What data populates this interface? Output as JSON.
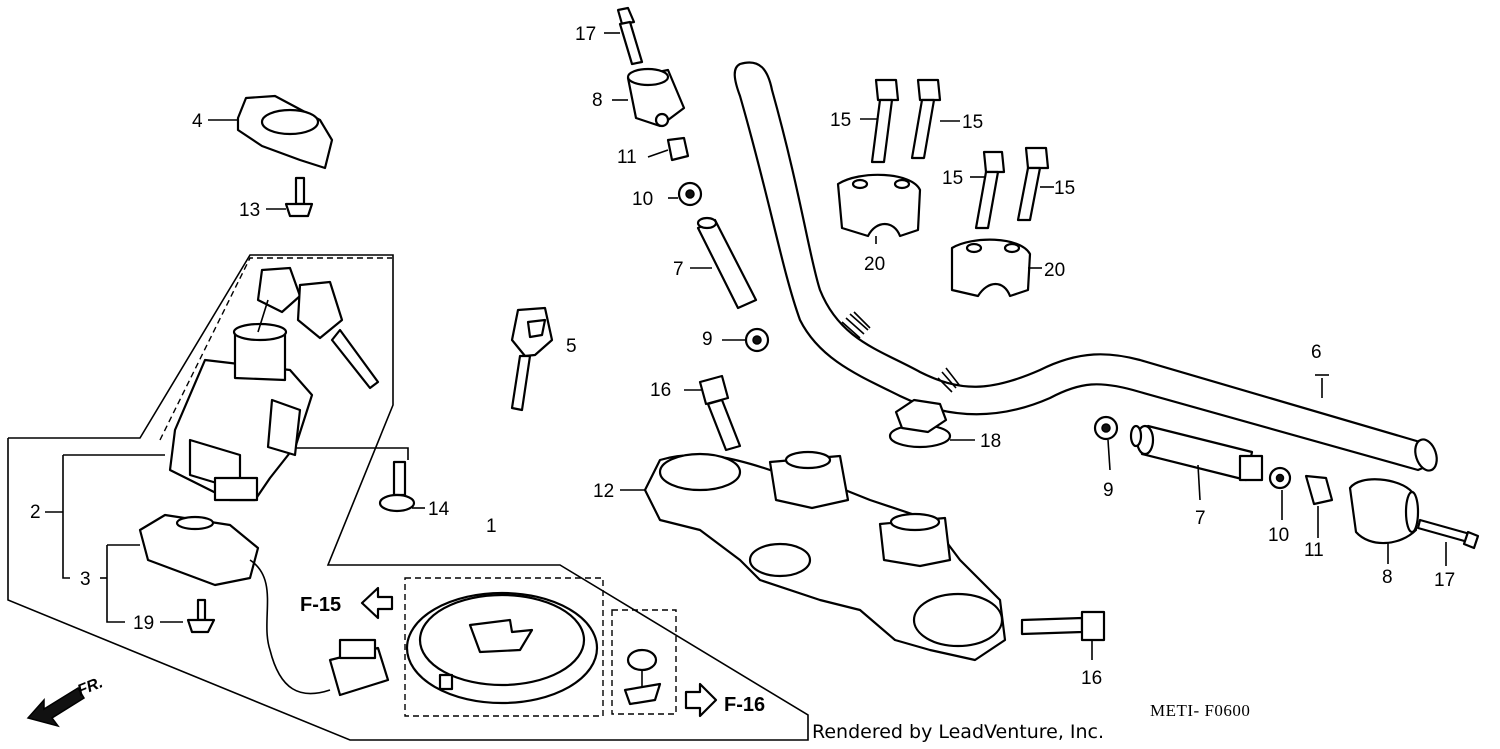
{
  "diagram": {
    "callouts": {
      "c1": "1",
      "c2": "2",
      "c3": "3",
      "c4": "4",
      "c5": "5",
      "c6": "6",
      "c7a": "7",
      "c7b": "7",
      "c8a": "8",
      "c8b": "8",
      "c9a": "9",
      "c9b": "9",
      "c10a": "10",
      "c10b": "10",
      "c11a": "11",
      "c11b": "11",
      "c12": "12",
      "c13": "13",
      "c14": "14",
      "c15a": "15",
      "c15b": "15",
      "c15c": "15",
      "c15d": "15",
      "c16a": "16",
      "c16b": "16",
      "c17a": "17",
      "c17b": "17",
      "c18": "18",
      "c19": "19",
      "c20a": "20",
      "c20b": "20"
    },
    "refs": {
      "f15": "F-15",
      "f16": "F-16"
    },
    "front_marker": "FR.",
    "diagram_code": "METI- F0600",
    "credit": "Rendered by LeadVenture, Inc."
  }
}
